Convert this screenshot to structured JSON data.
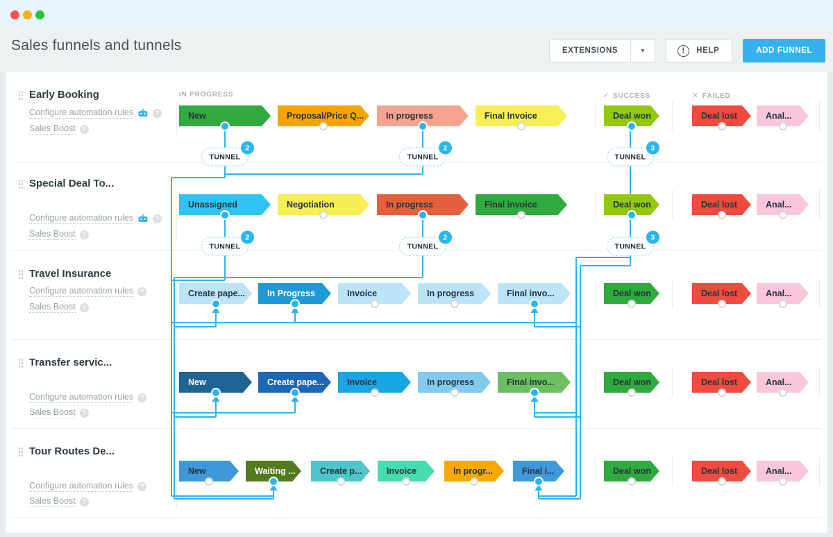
{
  "window": {
    "dot_colors": [
      "#f8524e",
      "#f5b111",
      "#23c53c"
    ]
  },
  "header": {
    "title": "Sales funnels and tunnels",
    "extensions_label": "EXTENSIONS",
    "help_label": "HELP",
    "add_funnel_label": "ADD FUNNEL"
  },
  "columns": {
    "in_progress": "IN PROGRESS",
    "success": "SUCCESS",
    "failed": "FAILED",
    "success_icon": "✓",
    "failed_icon": "✕"
  },
  "tunnel_label": "TUNNEL",
  "accent_color": "#29b6f0",
  "funnels": [
    {
      "name": "Early Booking",
      "automation_link": "Configure automation rules",
      "boost_link": "Sales Boost",
      "has_robot": true,
      "stages": [
        {
          "label": "New",
          "color": "#2faa3f",
          "dot": "filled"
        },
        {
          "label": "Proposal/Price Q...",
          "color": "#f6a300",
          "dot": "hollow"
        },
        {
          "label": "In progress",
          "color": "#f6a48f",
          "dot": "filled"
        },
        {
          "label": "Final Invoice",
          "color": "#f6ef55",
          "dot": "hollow"
        }
      ],
      "won": {
        "label": "Deal won",
        "color": "#92c90f",
        "dot": "filled"
      },
      "lost": {
        "label": "Deal lost",
        "color": "#ef4b3e",
        "dot": "hollow"
      },
      "anal": {
        "label": "Anal...",
        "color": "#f9c6dc",
        "dot": "hollow"
      },
      "tunnel_counts": [
        2,
        2,
        3
      ]
    },
    {
      "name": "Special Deal To...",
      "automation_link": "Configure automation rules",
      "boost_link": "Sales Boost",
      "has_robot": true,
      "stages": [
        {
          "label": "Unassigned",
          "color": "#2fc4f3",
          "dot": "filled"
        },
        {
          "label": "Negotiation",
          "color": "#f6ee52",
          "dot": "hollow"
        },
        {
          "label": "In progress",
          "color": "#e4603a",
          "dot": "filled"
        },
        {
          "label": "Final invoice",
          "color": "#2faa3f",
          "dot": "hollow"
        }
      ],
      "won": {
        "label": "Deal won",
        "color": "#92c90f",
        "dot": "filled"
      },
      "lost": {
        "label": "Deal lost",
        "color": "#ef4b3e",
        "dot": "hollow"
      },
      "anal": {
        "label": "Anal...",
        "color": "#f9c6dc",
        "dot": "hollow"
      },
      "tunnel_counts": [
        2,
        2,
        3
      ]
    },
    {
      "name": "Travel Insurance",
      "automation_link": "Configure automation rules",
      "boost_link": "Sales Boost",
      "has_robot": false,
      "stages": [
        {
          "label": "Create pape...",
          "color": "#bce4f6",
          "dot": "filled",
          "arrow": true
        },
        {
          "label": "In Progress",
          "color": "#1e9ad7",
          "dot": "filled",
          "arrow": true,
          "light": true
        },
        {
          "label": "Invoice",
          "color": "#bce4f6",
          "dot": "hollow"
        },
        {
          "label": "In progress",
          "color": "#bce4f6",
          "dot": "hollow"
        },
        {
          "label": "Final invo...",
          "color": "#bce4f6",
          "dot": "filled",
          "arrow": true
        }
      ],
      "won": {
        "label": "Deal won",
        "color": "#2faa3f",
        "dot": "hollow"
      },
      "lost": {
        "label": "Deal lost",
        "color": "#ef4b3e",
        "dot": "hollow"
      },
      "anal": {
        "label": "Anal...",
        "color": "#f9c6dc",
        "dot": "hollow"
      },
      "tunnel_counts": []
    },
    {
      "name": "Transfer servic...",
      "automation_link": "Configure automation rules",
      "boost_link": "Sales Boost",
      "has_robot": false,
      "stages": [
        {
          "label": "New",
          "color": "#1f6492",
          "dot": "filled",
          "arrow": true,
          "light": true
        },
        {
          "label": "Create pape...",
          "color": "#1e66b6",
          "dot": "filled",
          "arrow": true,
          "light": true
        },
        {
          "label": "Invoice",
          "color": "#1aa5e3",
          "dot": "hollow"
        },
        {
          "label": "In progress",
          "color": "#83cbee",
          "dot": "hollow"
        },
        {
          "label": "Final invo...",
          "color": "#6dbf63",
          "dot": "filled",
          "arrow": true
        }
      ],
      "won": {
        "label": "Deal won",
        "color": "#2faa3f",
        "dot": "hollow"
      },
      "lost": {
        "label": "Deal lost",
        "color": "#ef4b3e",
        "dot": "hollow"
      },
      "anal": {
        "label": "Anal...",
        "color": "#f9c6dc",
        "dot": "hollow"
      },
      "tunnel_counts": []
    },
    {
      "name": "Tour Routes De...",
      "automation_link": "Configure automation rules",
      "boost_link": "Sales Boost",
      "has_robot": false,
      "stages": [
        {
          "label": "New",
          "color": "#3e98da",
          "dot": "hollow"
        },
        {
          "label": "Waiting ...",
          "color": "#527a1e",
          "dot": "filled",
          "arrow": true,
          "light": true
        },
        {
          "label": "Create p...",
          "color": "#4ec5cb",
          "dot": "hollow"
        },
        {
          "label": "Invoice",
          "color": "#45ddb0",
          "dot": "hollow"
        },
        {
          "label": "In progr...",
          "color": "#f6a800",
          "dot": "hollow"
        },
        {
          "label": "Final i...",
          "color": "#3e98da",
          "dot": "filled",
          "arrow": true
        }
      ],
      "won": {
        "label": "Deal won",
        "color": "#2faa3f",
        "dot": "hollow"
      },
      "lost": {
        "label": "Deal lost",
        "color": "#ef4b3e",
        "dot": "hollow"
      },
      "anal": {
        "label": "Anal...",
        "color": "#f9c6dc",
        "dot": "hollow"
      },
      "tunnel_counts": []
    }
  ]
}
